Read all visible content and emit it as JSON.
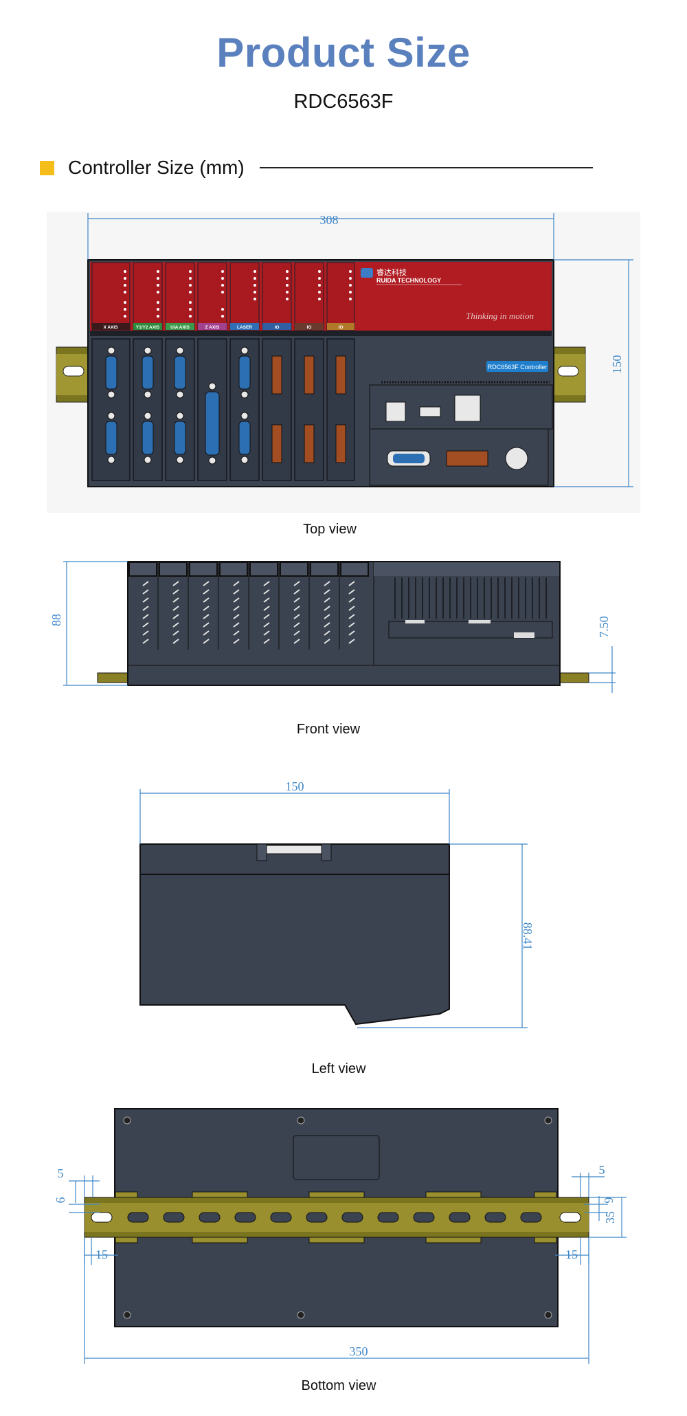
{
  "header": {
    "title": "Product Size",
    "model": "RDC6563F"
  },
  "section": {
    "title": "Controller Size (mm)"
  },
  "views": {
    "top": {
      "caption": "Top view",
      "dims": {
        "width": "308",
        "height": "150"
      },
      "brand_cn": "睿达科技",
      "brand_en": "RUIDA TECHNOLOGY",
      "slogan": "Thinking in motion",
      "badge": "RDC6563F Controller",
      "module_labels": [
        "X AXIS",
        "Y1/Y2 AXIS",
        "U/A AXIS",
        "Z AXIS",
        "LASER",
        "IO",
        "IO",
        "IO"
      ],
      "colors": {
        "panel_red": "#b01c22",
        "body": "#3b4250"
      }
    },
    "front": {
      "caption": "Front view",
      "dims": {
        "height": "88",
        "rail": "7.50"
      }
    },
    "left": {
      "caption": "Left view",
      "dims": {
        "width": "150",
        "height": "88.41"
      }
    },
    "bottom": {
      "caption": "Bottom view",
      "dims": {
        "length": "350",
        "rail_height": "35",
        "left_top": "5",
        "left_gap": "6",
        "left_bottom": "15",
        "right_top": "5",
        "right_gap": "6",
        "right_bottom": "15"
      }
    }
  }
}
